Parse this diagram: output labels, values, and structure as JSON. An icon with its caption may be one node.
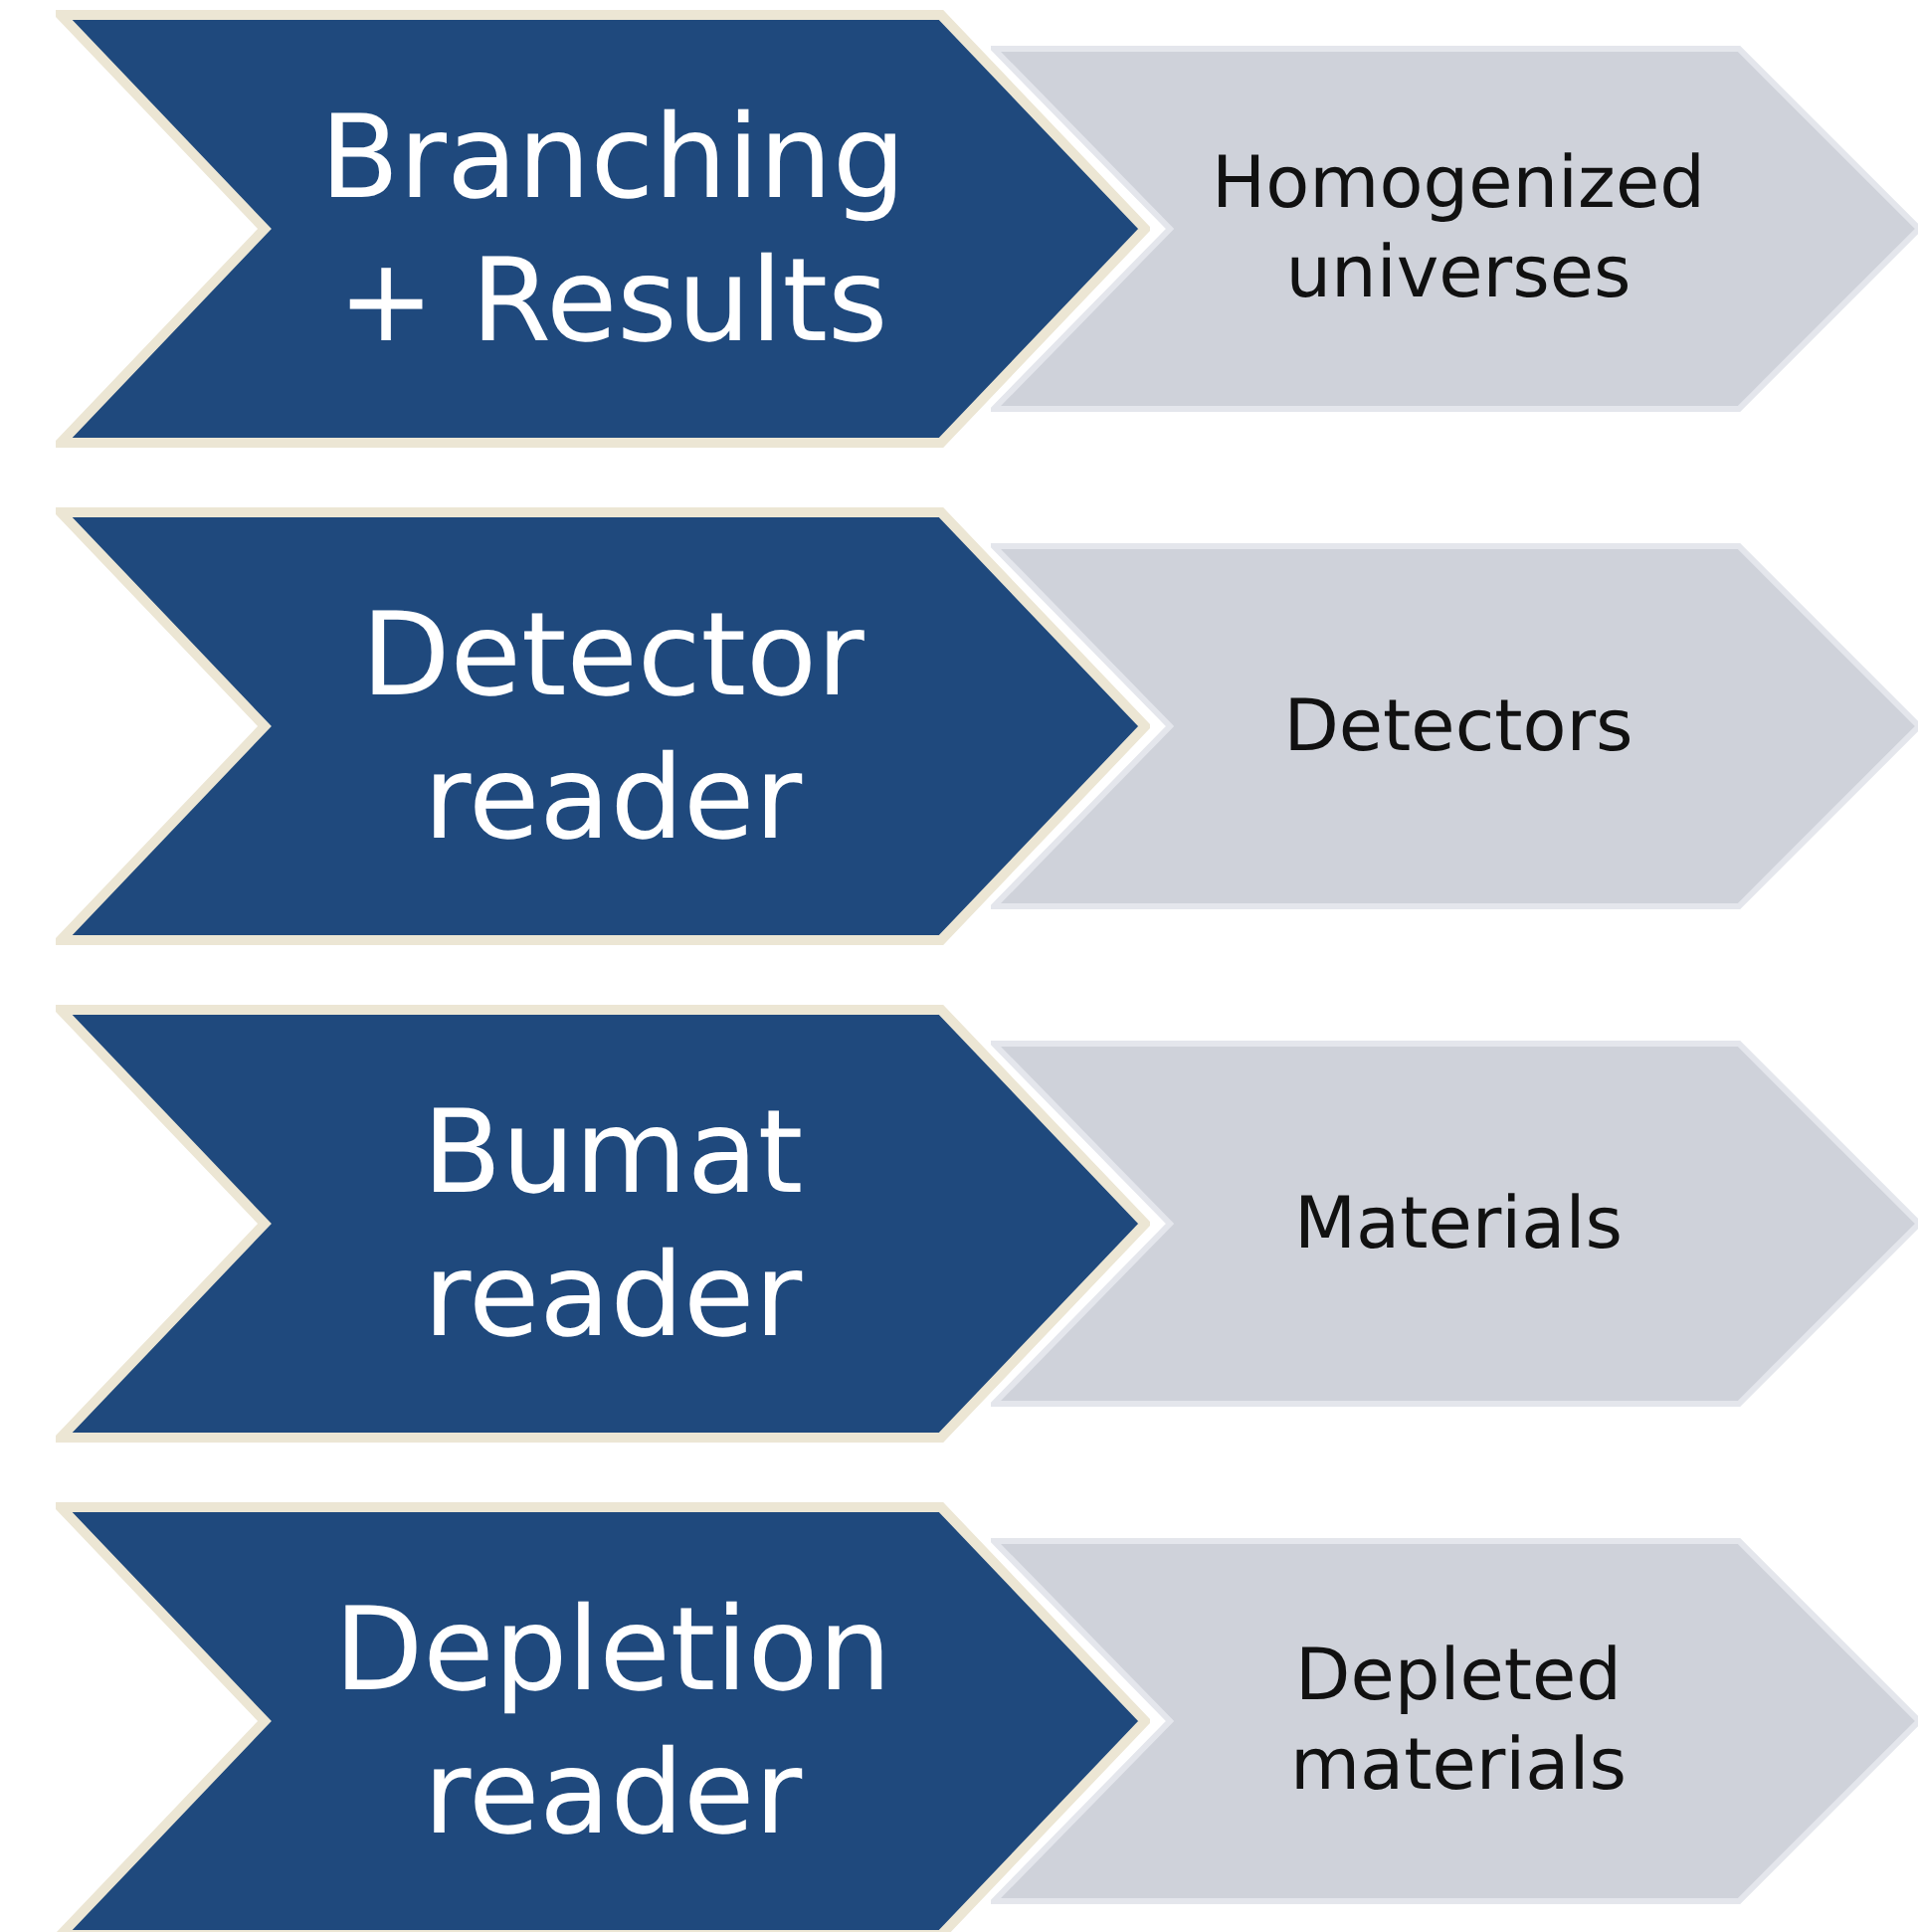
{
  "diagram": {
    "nodes": [
      {
        "text": [
          "Branching + Results"
        ]
      },
      {
        "text": [
          "Homogenized universes"
        ]
      },
      {
        "text": [
          "Detector reader"
        ]
      },
      {
        "text": [
          "Detectors"
        ]
      },
      {
        "text": [
          "Bumat reader"
        ]
      },
      {
        "text": [
          "Materials"
        ]
      },
      {
        "text": [
          "Depletion reader"
        ]
      },
      {
        "text": [
          "Depleted materials"
        ]
      }
    ]
  }
}
